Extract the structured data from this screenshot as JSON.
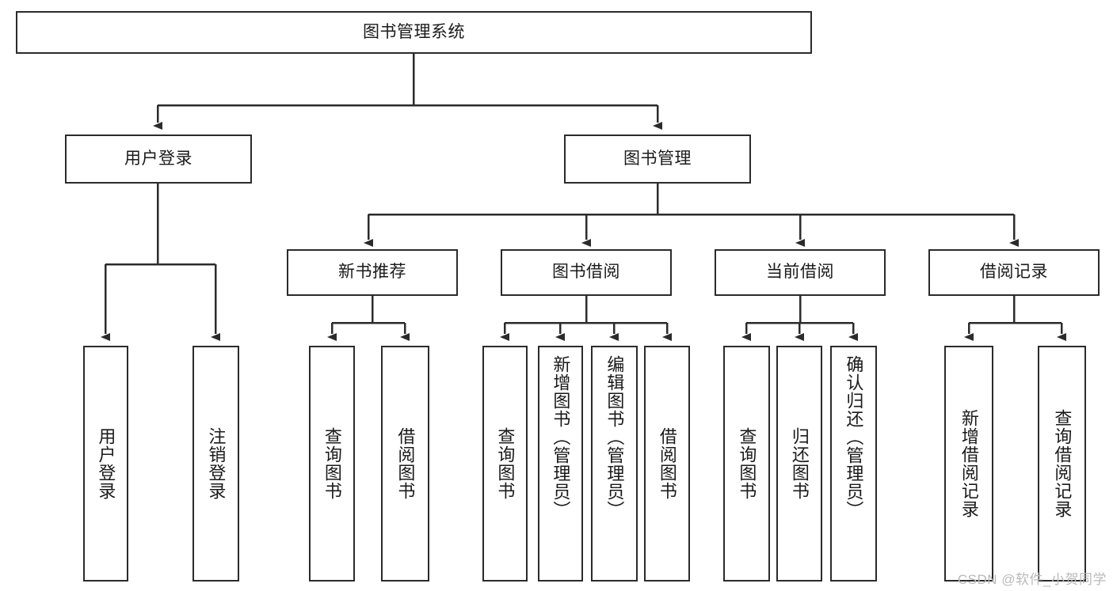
{
  "diagram": {
    "title": "图书管理系统",
    "type": "tree-hierarchy",
    "watermark": "CSDN @软件_小贺同学",
    "colors": {
      "stroke": "#2b2b2b",
      "fill": "#ffffff",
      "text": "#1a1a1a",
      "watermark": "#b9b9b9"
    },
    "levels": [
      {
        "level": 1,
        "nodes": [
          {
            "id": "root",
            "label": "图书管理系统",
            "orientation": "horizontal"
          }
        ]
      },
      {
        "level": 2,
        "nodes": [
          {
            "id": "login",
            "label": "用户登录",
            "orientation": "horizontal",
            "parent": "root"
          },
          {
            "id": "bookmgmt",
            "label": "图书管理",
            "orientation": "horizontal",
            "parent": "root"
          }
        ]
      },
      {
        "level": 3,
        "nodes": [
          {
            "id": "newbook",
            "label": "新书推荐",
            "orientation": "horizontal",
            "parent": "bookmgmt"
          },
          {
            "id": "borrow",
            "label": "图书借阅",
            "orientation": "horizontal",
            "parent": "bookmgmt"
          },
          {
            "id": "current",
            "label": "当前借阅",
            "orientation": "horizontal",
            "parent": "bookmgmt"
          },
          {
            "id": "records",
            "label": "借阅记录",
            "orientation": "horizontal",
            "parent": "bookmgmt"
          }
        ]
      },
      {
        "level": 4,
        "nodes": [
          {
            "id": "leaf-user-login",
            "label": "用户登录",
            "orientation": "vertical",
            "parent": "login"
          },
          {
            "id": "leaf-user-logout",
            "label": "注销登录",
            "orientation": "vertical",
            "parent": "login"
          },
          {
            "id": "leaf-newbook-query",
            "label": "查询图书",
            "orientation": "vertical",
            "parent": "newbook"
          },
          {
            "id": "leaf-newbook-borrow",
            "label": "借阅图书",
            "orientation": "vertical",
            "parent": "newbook"
          },
          {
            "id": "leaf-borrow-query",
            "label": "查询图书",
            "orientation": "vertical",
            "parent": "borrow"
          },
          {
            "id": "leaf-borrow-add",
            "label": "新增图书（管理员）",
            "orientation": "vertical",
            "parent": "borrow"
          },
          {
            "id": "leaf-borrow-edit",
            "label": "编辑图书（管理员）",
            "orientation": "vertical",
            "parent": "borrow"
          },
          {
            "id": "leaf-borrow-lend",
            "label": "借阅图书",
            "orientation": "vertical",
            "parent": "borrow"
          },
          {
            "id": "leaf-current-query",
            "label": "查询图书",
            "orientation": "vertical",
            "parent": "current"
          },
          {
            "id": "leaf-current-return",
            "label": "归还图书",
            "orientation": "vertical",
            "parent": "current"
          },
          {
            "id": "leaf-current-confirm",
            "label": "确认归还（管理员）",
            "orientation": "vertical",
            "parent": "current"
          },
          {
            "id": "leaf-records-add",
            "label": "新增借阅记录",
            "orientation": "vertical",
            "parent": "records"
          },
          {
            "id": "leaf-records-query",
            "label": "查询借阅记录",
            "orientation": "vertical",
            "parent": "records"
          }
        ]
      }
    ]
  }
}
